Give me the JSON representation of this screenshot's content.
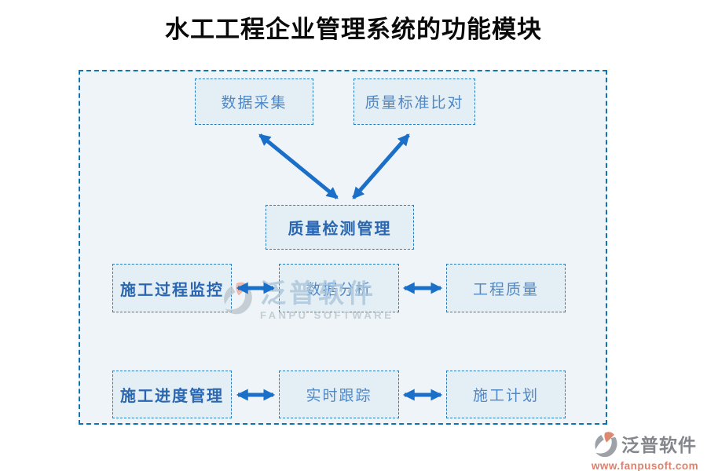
{
  "title": "水工工程企业管理系统的功能模块",
  "diagram": {
    "nodes": [
      {
        "id": "data-collection",
        "label": "数据采集",
        "emphasis": false
      },
      {
        "id": "quality-standard-comparison",
        "label": "质量标准比对",
        "emphasis": false
      },
      {
        "id": "quality-inspection-management",
        "label": "质量检测管理",
        "emphasis": true
      },
      {
        "id": "construction-process-monitoring",
        "label": "施工过程监控",
        "emphasis": true
      },
      {
        "id": "data-analysis",
        "label": "数据分析",
        "emphasis": false
      },
      {
        "id": "engineering-quality",
        "label": "工程质量",
        "emphasis": false
      },
      {
        "id": "construction-schedule-management",
        "label": "施工进度管理",
        "emphasis": true
      },
      {
        "id": "real-time-tracking",
        "label": "实时跟踪",
        "emphasis": false
      },
      {
        "id": "construction-plan",
        "label": "施工计划",
        "emphasis": false
      }
    ],
    "connections": [
      {
        "from": "data-collection",
        "to": "quality-inspection-management",
        "bidirectional": true
      },
      {
        "from": "quality-standard-comparison",
        "to": "quality-inspection-management",
        "bidirectional": true
      },
      {
        "from": "construction-process-monitoring",
        "to": "data-analysis",
        "bidirectional": true
      },
      {
        "from": "data-analysis",
        "to": "engineering-quality",
        "bidirectional": true
      },
      {
        "from": "construction-schedule-management",
        "to": "real-time-tracking",
        "bidirectional": true
      },
      {
        "from": "real-time-tracking",
        "to": "construction-plan",
        "bidirectional": true
      }
    ]
  },
  "watermark": {
    "brand": "泛普软件",
    "subtitle": "FANPU SOFTWARE"
  },
  "footer_logo": {
    "brand": "泛普软件",
    "url": "www.fanpusoft.com"
  },
  "colors": {
    "arrow": "#1a6fc8",
    "frame_border": "#1273ae",
    "frame_fill": "#eef4f8",
    "node_border": "#2b7cbd",
    "node_fill": "#e4eef5",
    "node_text": "#4f88c6",
    "node_text_strong": "#2a67b0",
    "title_text": "#0a0a0a",
    "footer_url": "#e0806c"
  }
}
